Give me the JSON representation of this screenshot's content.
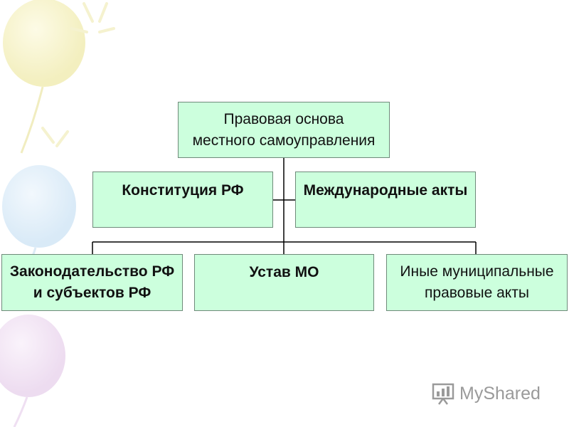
{
  "diagram": {
    "root": {
      "lines": [
        "Правовая основа",
        "местного самоуправления"
      ]
    },
    "konstitutsiya": {
      "lines": [
        "Конституция РФ"
      ]
    },
    "mezhdunarodnye": {
      "lines": [
        "Международные акты"
      ]
    },
    "zakonodatelstvo": {
      "lines": [
        "Законодательство РФ",
        "и субъектов РФ"
      ]
    },
    "ustav": {
      "lines": [
        "Устав МО"
      ]
    },
    "inye": {
      "lines": [
        "Иные муниципальные",
        "правовые акты"
      ]
    }
  },
  "watermark": {
    "text": "MyShared",
    "icon": "myshared-logo-icon"
  },
  "colors": {
    "node_fill": "#ccffdd",
    "node_border": "#6f8a7a",
    "connector": "#000000"
  }
}
